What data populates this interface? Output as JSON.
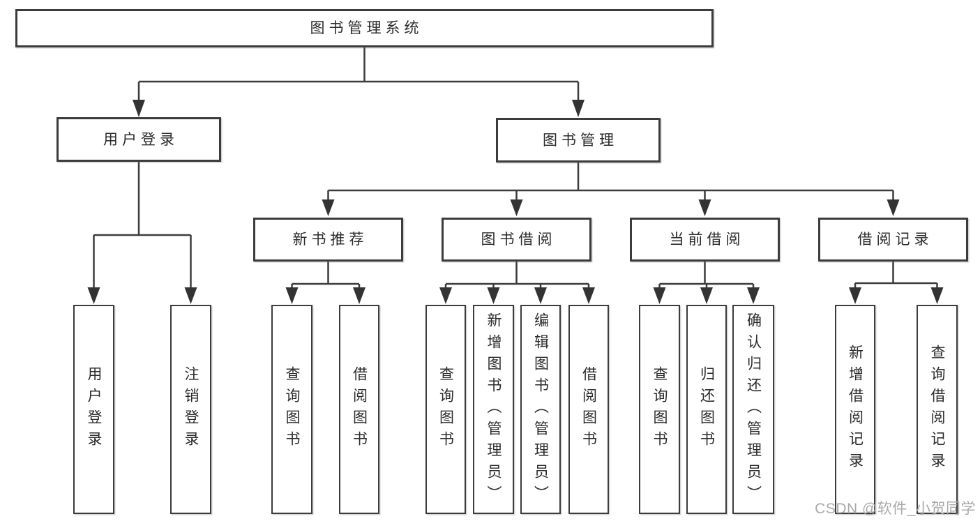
{
  "colors": {
    "line": "#3c3c3c",
    "border": "#3c3c3c",
    "text": "#2b2b2b",
    "background": "#ffffff",
    "watermark": "#a9a9a9"
  },
  "tree": {
    "root": {
      "label": "图书管理系统"
    },
    "branches": [
      {
        "label": "用户登录",
        "children": [
          {
            "label": "用户登录"
          },
          {
            "label": "注销登录"
          }
        ]
      },
      {
        "label": "图书管理",
        "sections": [
          {
            "label": "新书推荐",
            "children": [
              {
                "label": "查询图书"
              },
              {
                "label": "借阅图书"
              }
            ]
          },
          {
            "label": "图书借阅",
            "children": [
              {
                "label": "查询图书"
              },
              {
                "label": "新增图书（管理员）"
              },
              {
                "label": "编辑图书（管理员）"
              },
              {
                "label": "借阅图书"
              }
            ]
          },
          {
            "label": "当前借阅",
            "children": [
              {
                "label": "查询图书"
              },
              {
                "label": "归还图书"
              },
              {
                "label": "确认归还（管理员）"
              }
            ]
          },
          {
            "label": "借阅记录",
            "children": [
              {
                "label": "新增借阅记录"
              },
              {
                "label": "查询借阅记录"
              }
            ]
          }
        ]
      }
    ]
  },
  "watermark": {
    "text": "CSDN @软件_小贺同学"
  }
}
